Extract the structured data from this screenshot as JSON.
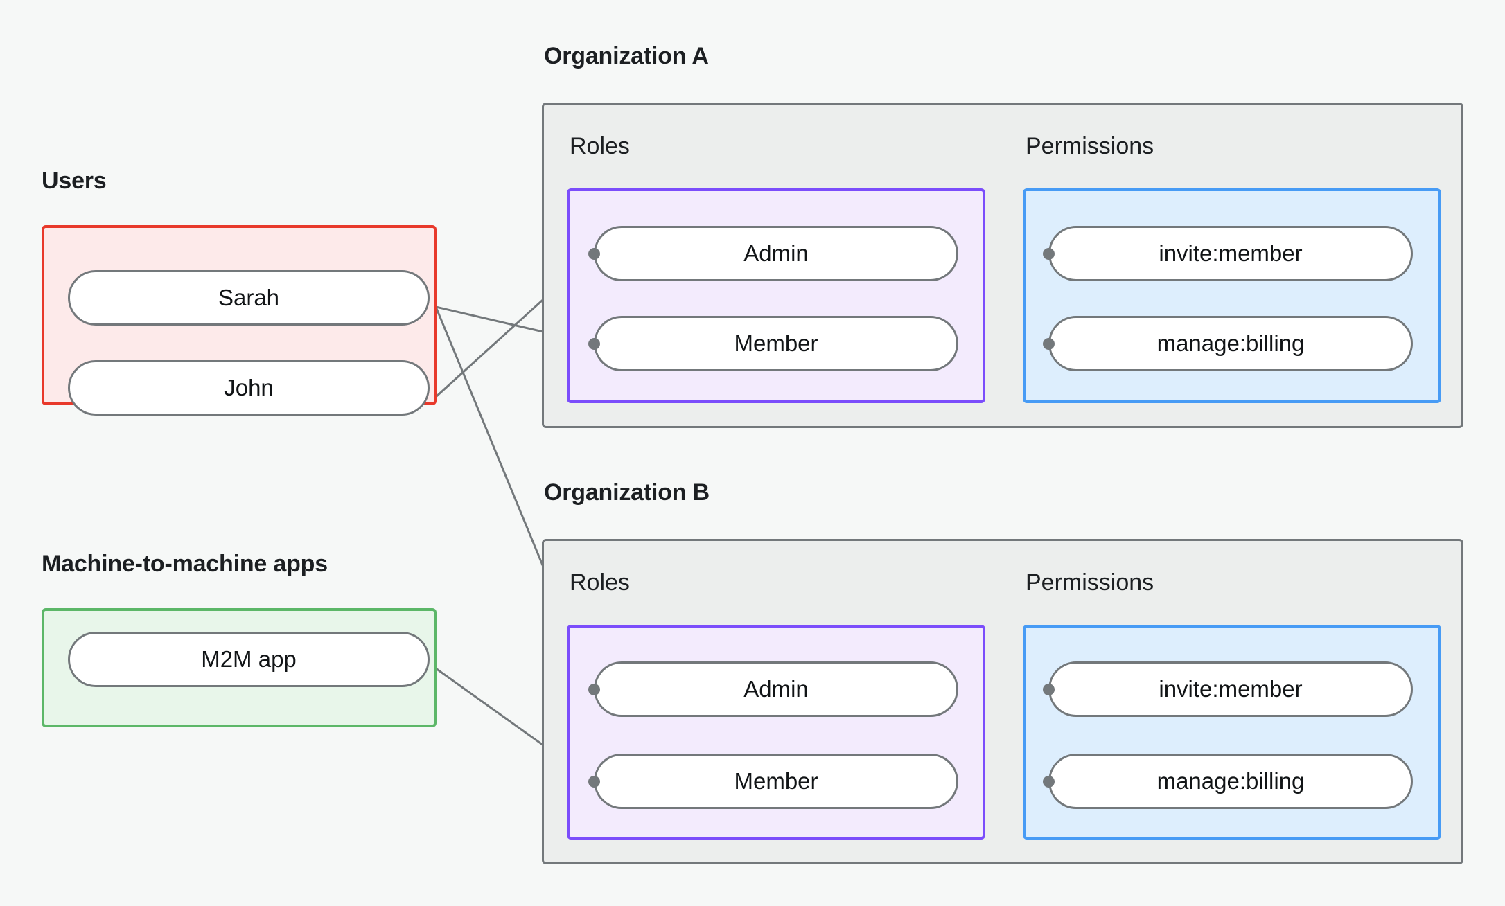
{
  "page": {
    "background_color": "#f6f8f7",
    "title": "RBAC organization roles and permissions diagram"
  },
  "captions": {
    "users": "Users",
    "m2m": "Machine-to-machine apps",
    "org_a": "Organization A",
    "org_b": "Organization B"
  },
  "groups": {
    "users": {
      "label": "Users",
      "border_color": "#e8392b",
      "fill_color": "#fdeaea"
    },
    "m2m": {
      "label": "Machine-to-machine apps",
      "border_color": "#5cb768",
      "fill_color": "#e8f6ea"
    },
    "org": {
      "border_color": "#73787b",
      "fill_color": "#eceeed"
    },
    "roles": {
      "label": "Roles",
      "border_color": "#7b4dfb",
      "fill_color": "#f3ebfd"
    },
    "permissions": {
      "label": "Permissions",
      "border_color": "#479bf5",
      "fill_color": "#ddeefd"
    }
  },
  "subheads": {
    "roles_a": "Roles",
    "permissions_a": "Permissions",
    "roles_b": "Roles",
    "permissions_b": "Permissions"
  },
  "users": [
    {
      "id": "sarah",
      "label": "Sarah"
    },
    {
      "id": "john",
      "label": "John"
    }
  ],
  "m2m_apps": [
    {
      "id": "m2m-app",
      "label": "M2M app"
    }
  ],
  "org_a": {
    "name": "Organization A",
    "roles": [
      {
        "id": "a-admin",
        "label": "Admin"
      },
      {
        "id": "a-member",
        "label": "Member"
      }
    ],
    "permissions": [
      {
        "id": "a-invite",
        "label": "invite:member"
      },
      {
        "id": "a-billing",
        "label": "manage:billing"
      }
    ]
  },
  "org_b": {
    "name": "Organization B",
    "roles": [
      {
        "id": "b-admin",
        "label": "Admin"
      },
      {
        "id": "b-member",
        "label": "Member"
      }
    ],
    "permissions": [
      {
        "id": "b-invite",
        "label": "invite:member"
      },
      {
        "id": "b-billing",
        "label": "manage:billing"
      }
    ]
  },
  "edges": [
    {
      "from": "sarah",
      "to": "a-member"
    },
    {
      "from": "john",
      "to": "a-admin"
    },
    {
      "from": "john",
      "to": "b-admin"
    },
    {
      "from": "m2m-app",
      "to": "b-member"
    },
    {
      "from": "a-admin",
      "to": "a-invite"
    },
    {
      "from": "a-admin",
      "to": "a-billing"
    },
    {
      "from": "a-member",
      "to": "a-billing"
    },
    {
      "from": "b-admin",
      "to": "b-invite"
    },
    {
      "from": "b-admin",
      "to": "b-billing"
    },
    {
      "from": "b-member",
      "to": "b-billing"
    }
  ],
  "edge_style": {
    "color": "#73787b",
    "width": 3,
    "dot_color": "#73787b",
    "dot_radius": 8.5
  }
}
